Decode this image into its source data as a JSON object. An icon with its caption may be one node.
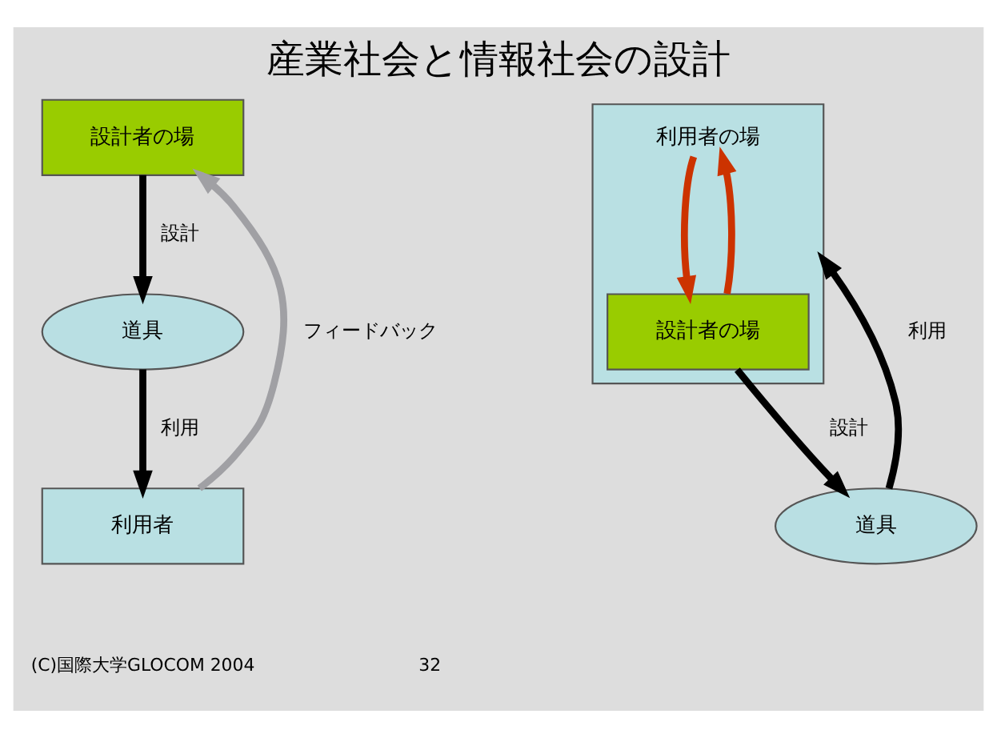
{
  "diagram": {
    "title": "産業社会と情報社会の設計",
    "nodes": [
      {
        "text": [
          "設計者の場"
        ]
      },
      {
        "text": [
          "道具"
        ]
      },
      {
        "text": [
          "利用者"
        ]
      },
      {
        "text": [
          "利用者の場"
        ]
      },
      {
        "text": [
          "設計者の場"
        ],
        "in": 3
      },
      {
        "text": [
          "道具"
        ]
      }
    ],
    "edges": [
      {
        "from": 0,
        "to": 1,
        "arrow": "to",
        "label": "設計"
      },
      {
        "from": 1,
        "to": 2,
        "arrow": "to",
        "label": "利用"
      },
      {
        "from": 2,
        "to": 0,
        "arrow": "to",
        "label": "フィードバック",
        "color": "#a0a0a4"
      },
      {
        "from": 3,
        "to": 4,
        "arrow": "to",
        "color": "#cc3300"
      },
      {
        "from": 4,
        "to": 3,
        "arrow": "to",
        "color": "#cc3300"
      },
      {
        "from": 4,
        "to": 5,
        "arrow": "to",
        "label": "設計"
      },
      {
        "from": 5,
        "to": 3,
        "arrow": "to",
        "label": "利用"
      }
    ],
    "labels": [
      "(C)国際大学GLOCOM 2004",
      "32"
    ]
  }
}
